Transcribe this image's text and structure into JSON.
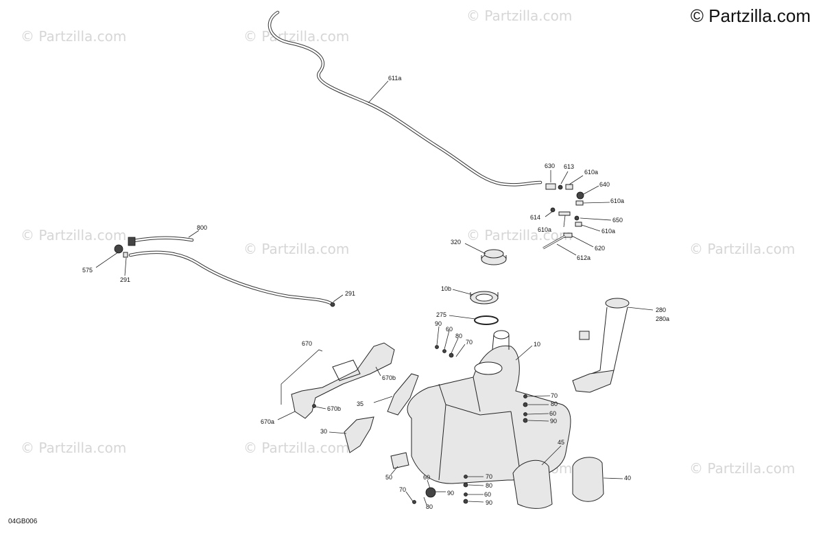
{
  "header": {
    "copyright": "© Partzilla.com"
  },
  "footer": {
    "diagram_code": "04GB006"
  },
  "watermark": {
    "text": "© Partzilla.com"
  },
  "callouts": {
    "c611a": "611a",
    "c630": "630",
    "c613": "613",
    "c610a_1": "610a",
    "c640": "640",
    "c610a_2": "610a",
    "c614": "614",
    "c610a_3": "610a",
    "c650": "650",
    "c610a_4": "610a",
    "c620": "620",
    "c612a": "612a",
    "c320": "320",
    "c800": "800",
    "c575": "575",
    "c291_1": "291",
    "c291_2": "291",
    "c10b": "10b",
    "c275": "275",
    "c280": "280",
    "c280a": "280a",
    "c90_1": "90",
    "c60_1": "60",
    "c80_1": "80",
    "c70_1": "70",
    "c10": "10",
    "c670": "670",
    "c670b_1": "670b",
    "c670b_2": "670b",
    "c670a": "670a",
    "c35": "35",
    "c30": "30",
    "c70_2": "70",
    "c80_2": "80",
    "c60_2": "60",
    "c90_2": "90",
    "c45": "45",
    "c40": "40",
    "c50": "50",
    "c60_3": "60",
    "c90_3": "90",
    "c70_3": "70",
    "c80_3": "80",
    "c70_4": "70",
    "c80_4": "80",
    "c60_4": "60",
    "c90_4": "90"
  }
}
